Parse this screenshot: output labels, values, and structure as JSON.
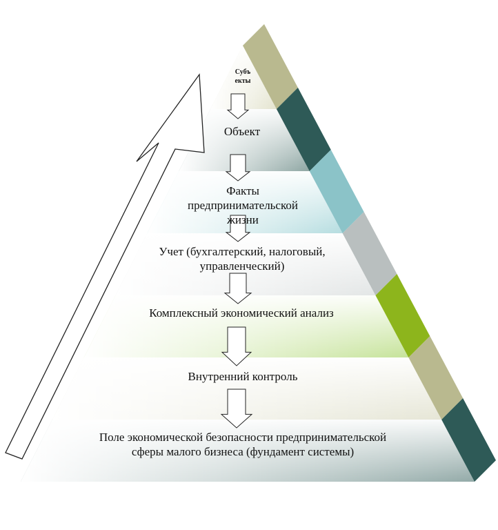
{
  "diagram": {
    "levels": [
      {
        "id": "subjects",
        "lines": [
          "Субъ",
          "екты"
        ],
        "side_color": "#b9b98f",
        "face_color": "#e4e4cf"
      },
      {
        "id": "object",
        "lines": [
          "Объект"
        ],
        "side_color": "#2e5a57",
        "face_color": "#8ea6a3"
      },
      {
        "id": "facts",
        "lines": [
          "Факты",
          "предпринимательской",
          "жизни"
        ],
        "side_color": "#8bc3c8",
        "face_color": "#b6dde0"
      },
      {
        "id": "accounting",
        "lines": [
          "Учет (бухгалтерский, налоговый,",
          "управленческий)"
        ],
        "side_color": "#b9bfbf",
        "face_color": "#e3e6e6"
      },
      {
        "id": "analysis",
        "lines": [
          "Комплексный экономический анализ"
        ],
        "side_color": "#8db51c",
        "face_color": "#c6e39a"
      },
      {
        "id": "control",
        "lines": [
          "Внутренний  контроль"
        ],
        "side_color": "#b9b98f",
        "face_color": "#e6e6d6"
      },
      {
        "id": "field",
        "lines": [
          "Поле экономической безопасности предпринимательской",
          "сферы малого бизнеса (фундамент системы)"
        ],
        "side_color": "#2e5a57",
        "face_color": "#93aaa8"
      }
    ],
    "colors": {
      "arrow_fill": "#ffffff",
      "arrow_stroke": "#222222",
      "text": "#111111"
    }
  }
}
